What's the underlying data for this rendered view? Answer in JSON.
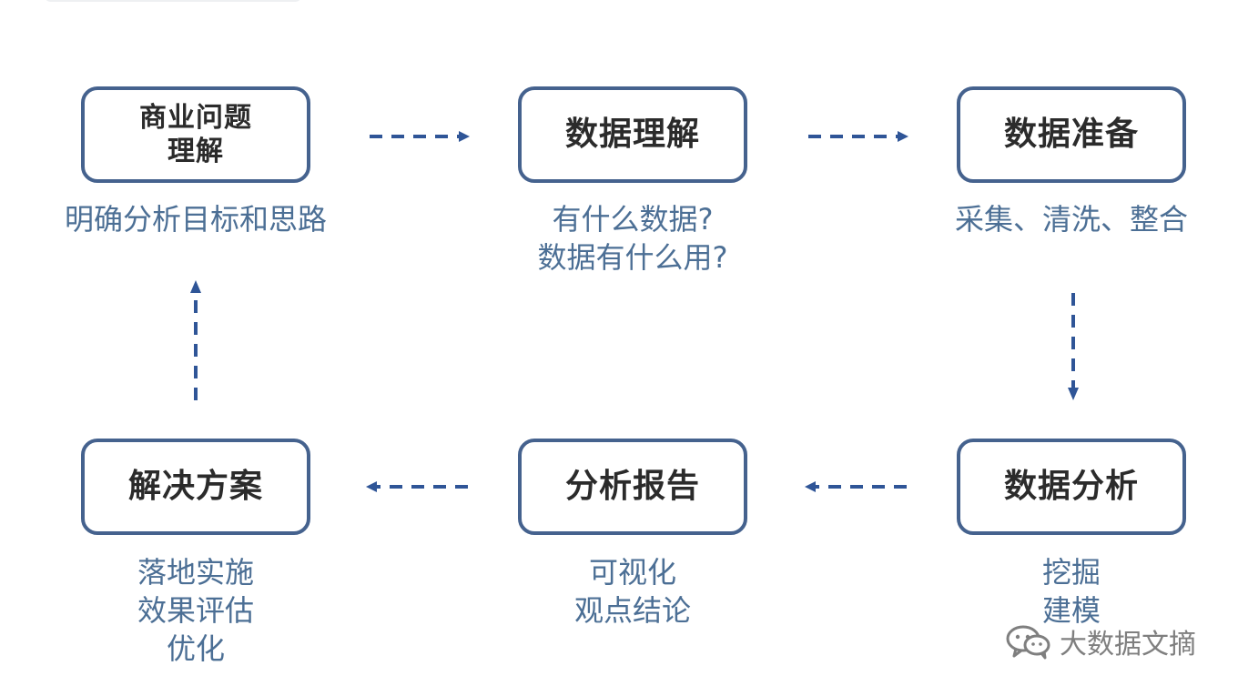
{
  "nodes": {
    "business": {
      "title": "商业问题\n理解",
      "caption": "明确分析目标和思路"
    },
    "data_understanding": {
      "title": "数据理解",
      "caption": "有什么数据?\n数据有什么用?"
    },
    "data_preparation": {
      "title": "数据准备",
      "caption": "采集、清洗、整合"
    },
    "data_analysis": {
      "title": "数据分析",
      "caption": "挖掘\n建模"
    },
    "analysis_report": {
      "title": "分析报告",
      "caption": "可视化\n观点结论"
    },
    "solution": {
      "title": "解决方案",
      "caption": "落地实施\n效果评估\n优化"
    }
  },
  "watermark": {
    "icon": "wechat-icon",
    "text": "大数据文摘"
  },
  "colors": {
    "node_border": "#45628e",
    "node_text": "#2b2b2b",
    "caption_text": "#4c6f95",
    "arrow": "#2f5597",
    "watermark": "#7f7f7f"
  }
}
